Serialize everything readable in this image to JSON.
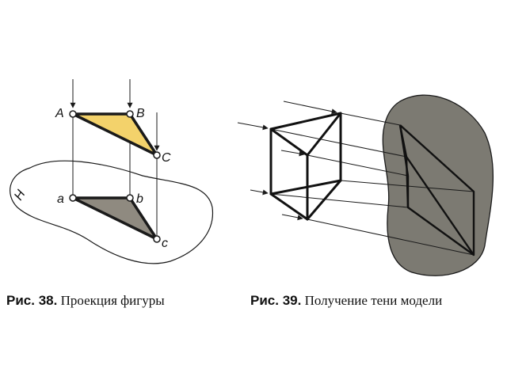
{
  "figure38": {
    "points": {
      "A": "A",
      "B": "B",
      "C": "C",
      "a": "a",
      "b": "b",
      "c": "c"
    },
    "plane_label": "H",
    "caption_num": "Рис. 38.",
    "caption_text": "Проекция фигуры"
  },
  "figure39": {
    "caption_num": "Рис. 39.",
    "caption_text": "Получение тени модели"
  },
  "colors": {
    "triangle_fill": "#f3d26b",
    "projection_fill": "#8f8a80",
    "shadow_fill": "#7c7a72",
    "line": "#1a1a1a"
  }
}
